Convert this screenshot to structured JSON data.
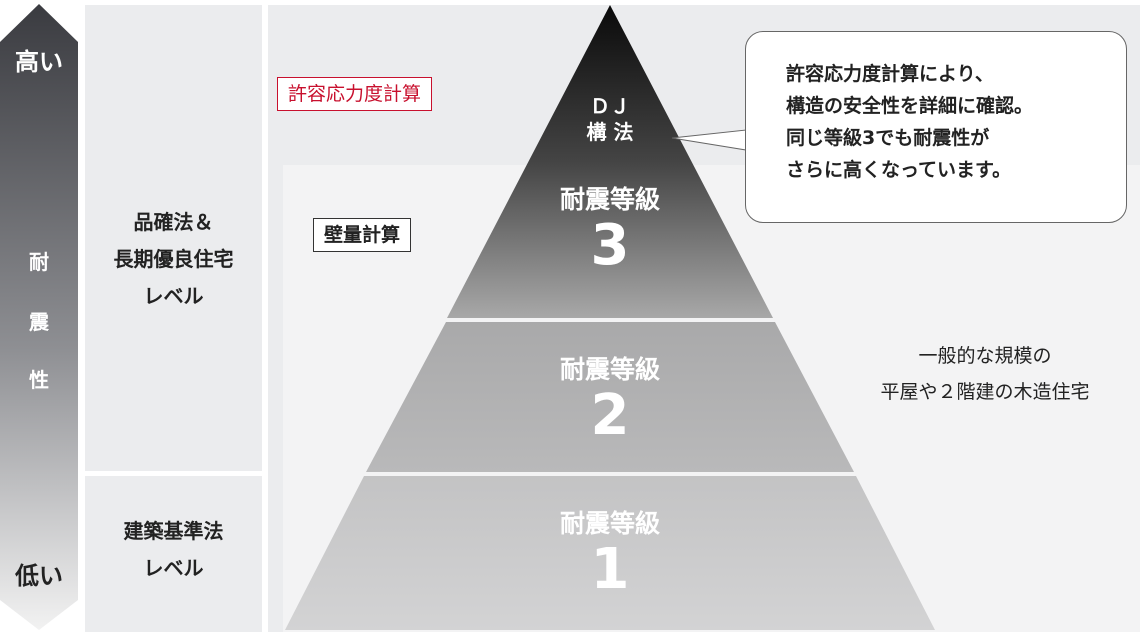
{
  "axis": {
    "high_label": "高い",
    "low_label": "低い",
    "title_chars": [
      "耐",
      "震",
      "性"
    ]
  },
  "levels": {
    "upper": [
      "品確法＆",
      "長期優良住宅",
      "レベル"
    ],
    "lower": [
      "建築基準法",
      "レベル"
    ]
  },
  "methods": {
    "allowable_stress": "許容応力度計算",
    "wall_quantity": "壁量計算"
  },
  "pyramid": {
    "top_label": [
      "ＤＪ",
      "構 法"
    ],
    "tiers": [
      {
        "label": "耐震等級",
        "number": "3"
      },
      {
        "label": "耐震等級",
        "number": "2"
      },
      {
        "label": "耐震等級",
        "number": "1"
      }
    ]
  },
  "callout": {
    "lines": [
      "許容応力度計算により、",
      "構造の安全性を詳細に確認。",
      "同じ等級3でも耐震性が",
      "さらに高くなっています。"
    ]
  },
  "note": {
    "lines": [
      "一般的な規模の",
      "平屋や２階建の木造住宅"
    ]
  },
  "colors": {
    "accent_red": "#c8102e"
  }
}
